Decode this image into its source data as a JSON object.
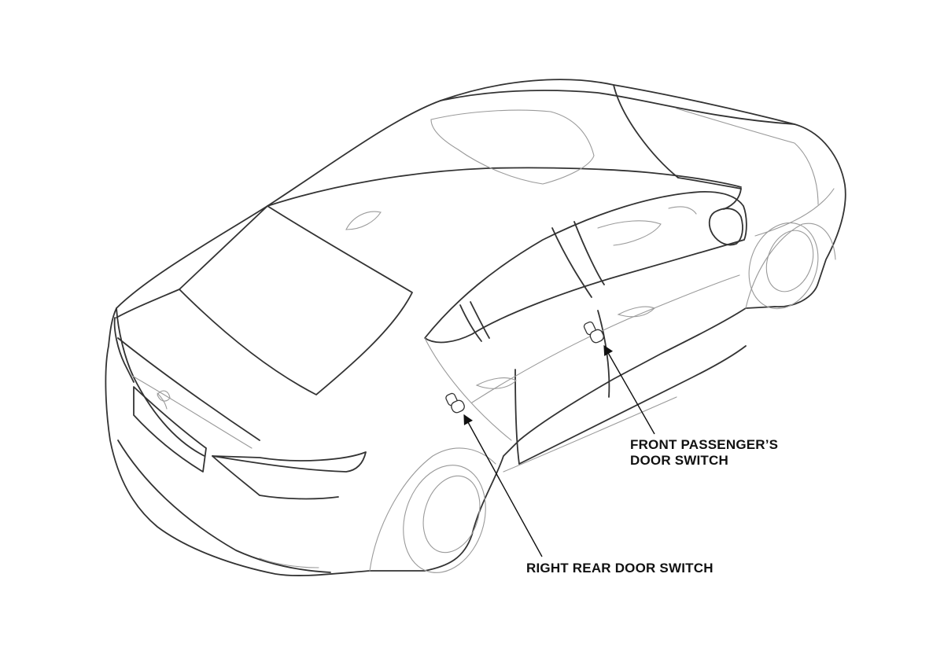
{
  "labels": {
    "front_passenger_door_switch": {
      "line1": "FRONT PASSENGER’S",
      "line2": "DOOR SWITCH"
    },
    "right_rear_door_switch": "RIGHT REAR DOOR SWITCH"
  },
  "colors": {
    "outline": "#333333",
    "detail": "#9a9a9a",
    "text": "#111111",
    "background": "#ffffff"
  },
  "icons": {
    "door_switch": "door-switch-icon",
    "leader_arrow": "arrow-icon"
  }
}
